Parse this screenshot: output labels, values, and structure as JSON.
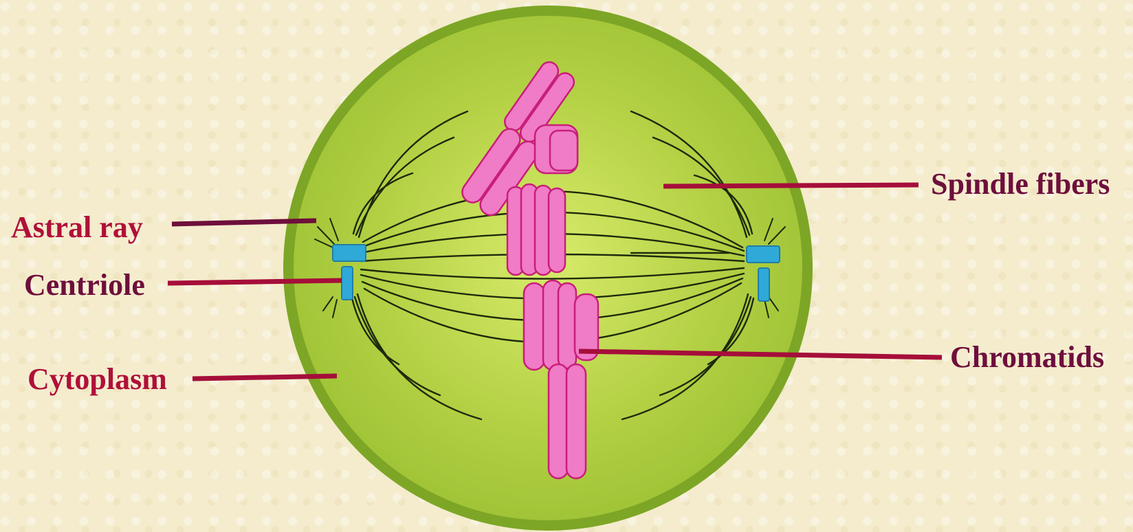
{
  "labels": {
    "spindle_fibers": "Spindle fibers",
    "astral_ray": "Astral ray",
    "centriole": "Centriole",
    "chromatids": "Chromatids",
    "cytoplasm": "Cytoplasm"
  },
  "colors": {
    "label_red": "#b0103a",
    "label_maroon": "#6e0f3c",
    "cell_outer": "#7fa823",
    "cell_fill": "#a8c93a",
    "cell_center": "#d7ea6a",
    "chromatid_fill": "#f07bc6",
    "chromatid_outline": "#c81e78",
    "centriole": "#2fa9d8",
    "fiber": "#1d2a0c"
  }
}
